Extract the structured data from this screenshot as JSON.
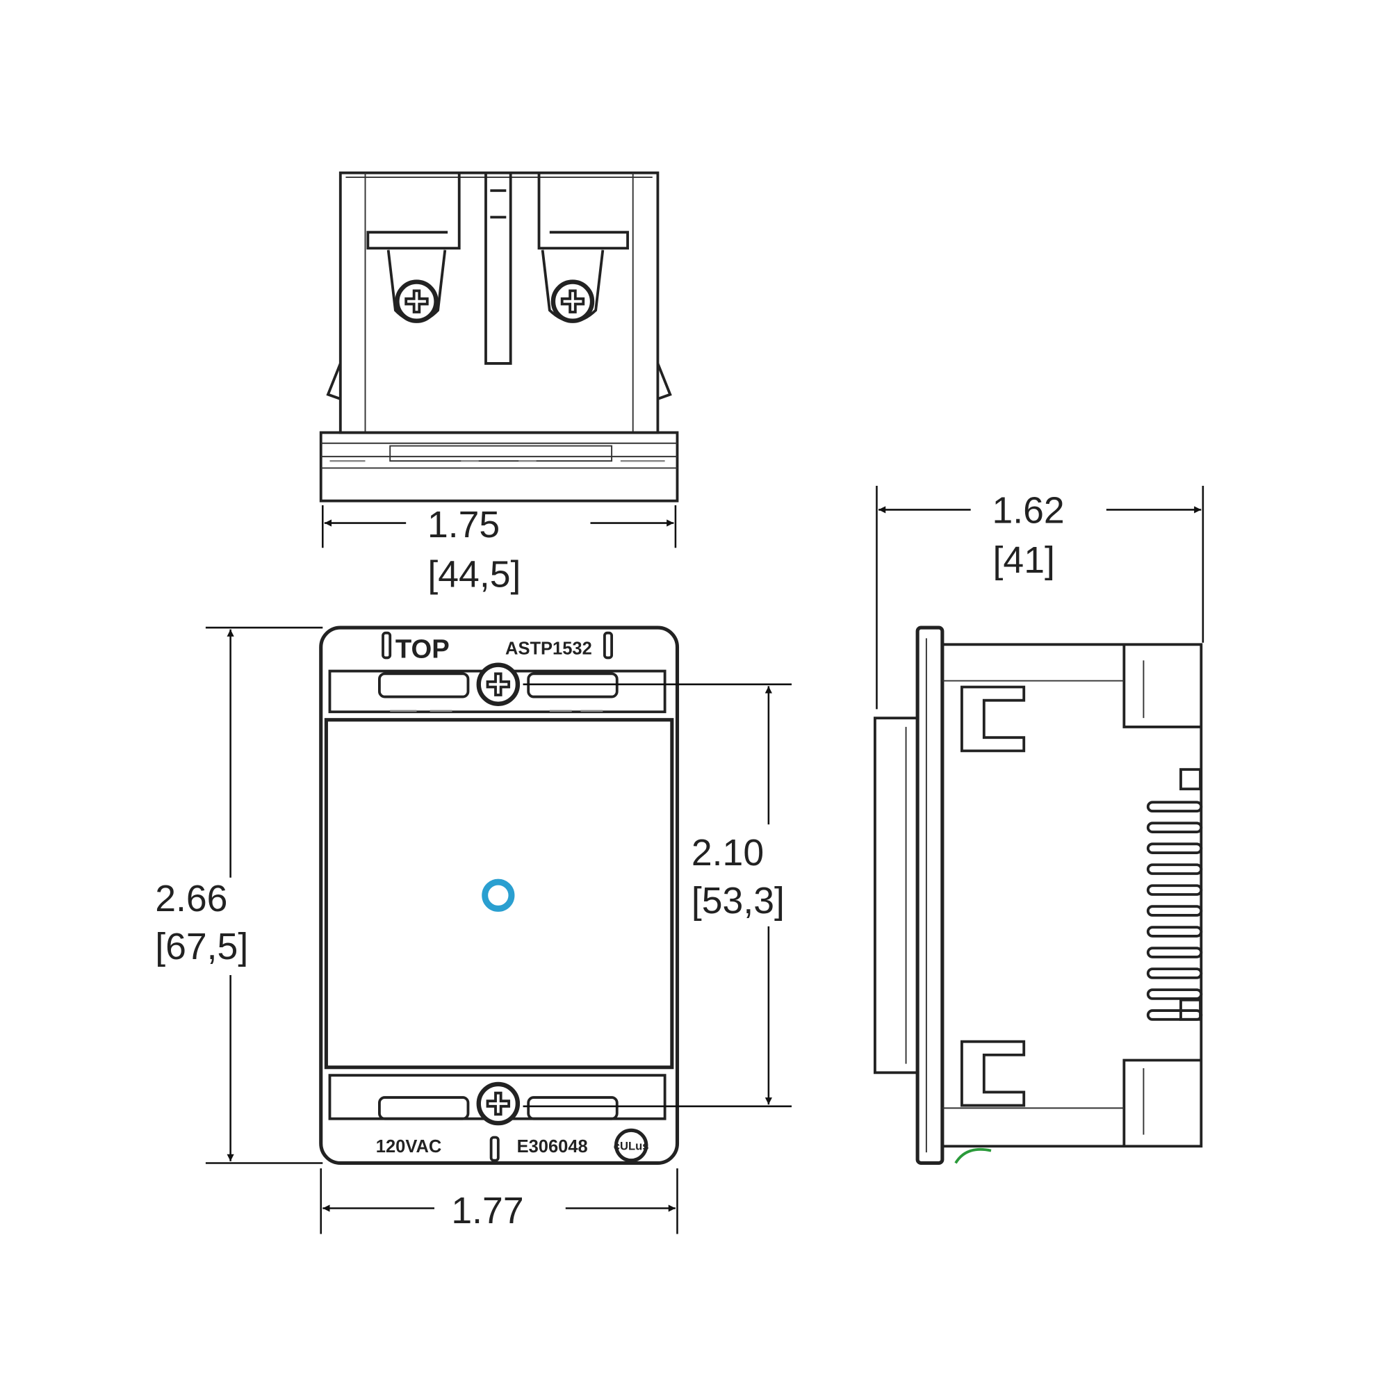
{
  "title": "Surge protector dimension drawing",
  "top_view": {
    "width_in": "1.75",
    "width_mm": "[44,5]"
  },
  "front_view": {
    "height_in": "2.66",
    "height_mm": "[67,5]",
    "screw_span_in": "2.10",
    "screw_span_mm": "[53,3]",
    "width_in": "1.77",
    "label_top": "TOP",
    "label_model": "ASTP1532",
    "label_voltage": "120VAC",
    "label_file": "E306048",
    "cert_mark": "cULus",
    "indicator_color": "#2a9fd0"
  },
  "side_view": {
    "depth_in": "1.62",
    "depth_mm": "[41]"
  }
}
